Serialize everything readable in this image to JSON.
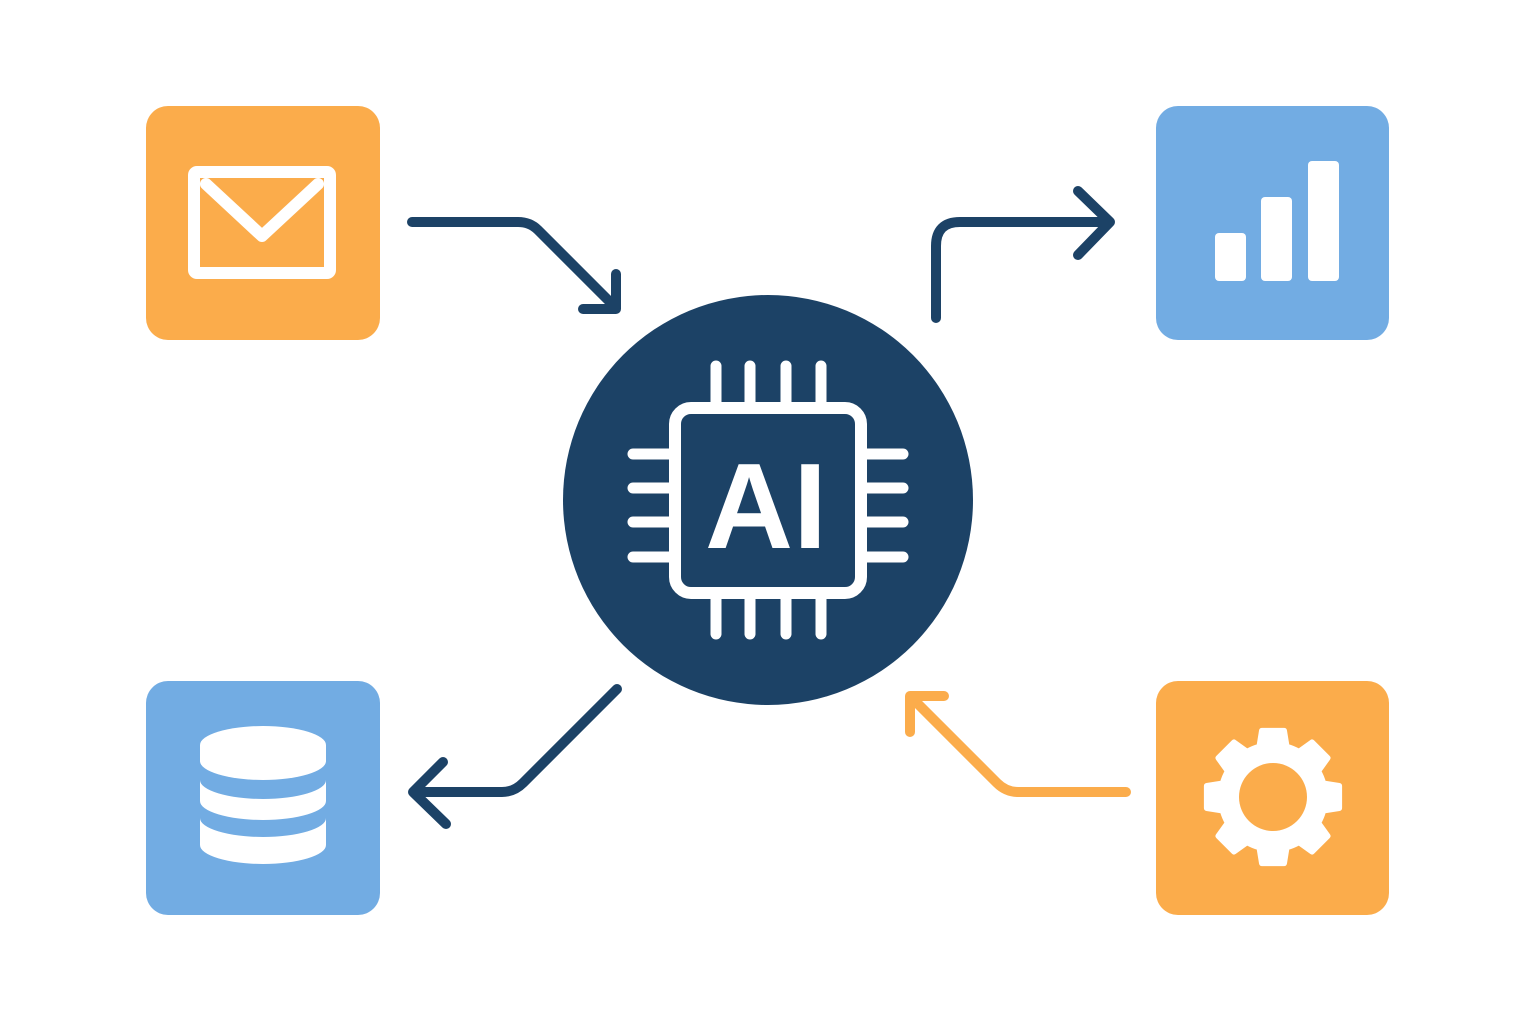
{
  "colors": {
    "orange": "#fbac4b",
    "blue": "#72ace3",
    "navy": "#1c4266",
    "white": "#ffffff"
  },
  "center": {
    "label": "AI",
    "icon": "ai-chip-icon"
  },
  "nodes": [
    {
      "id": "email",
      "icon": "envelope-icon",
      "color": "orange"
    },
    {
      "id": "analytics",
      "icon": "bar-chart-icon",
      "color": "blue"
    },
    {
      "id": "database",
      "icon": "database-icon",
      "color": "blue"
    },
    {
      "id": "settings",
      "icon": "gear-icon",
      "color": "orange"
    }
  ],
  "arrows": [
    {
      "from": "email",
      "to": "ai",
      "color": "navy"
    },
    {
      "from": "ai",
      "to": "analytics",
      "color": "navy"
    },
    {
      "from": "ai",
      "to": "database",
      "color": "navy"
    },
    {
      "from": "settings",
      "to": "ai",
      "color": "orange"
    }
  ]
}
